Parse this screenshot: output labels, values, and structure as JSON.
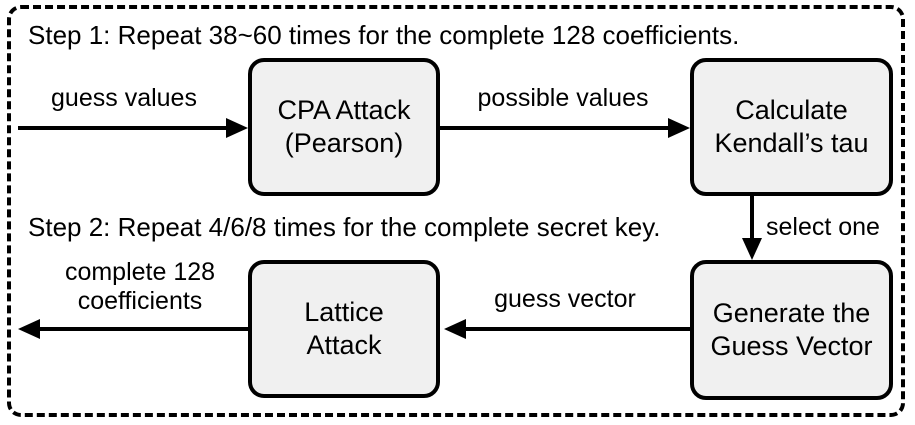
{
  "diagram": {
    "title_absent": true,
    "steps": [
      {
        "id": "step1",
        "text": "Step 1: Repeat 38~60 times for the complete 128 coefficients."
      },
      {
        "id": "step2",
        "text": "Step 2: Repeat 4/6/8 times for the complete secret key."
      }
    ],
    "boxes": [
      {
        "id": "cpa-attack",
        "line1": "CPA Attack",
        "line2": "(Pearson)"
      },
      {
        "id": "calculate-kendall",
        "line1": "Calculate",
        "line2": "Kendall’s tau"
      },
      {
        "id": "lattice-attack",
        "line1": "Lattice",
        "line2": "Attack"
      },
      {
        "id": "generate-guess-vector",
        "line1": "Generate the",
        "line2": "Guess Vector"
      }
    ],
    "edges": [
      {
        "id": "input-guess-values",
        "label": "guess values",
        "label2": ""
      },
      {
        "id": "cpa-to-kendall",
        "label": "possible values",
        "label2": ""
      },
      {
        "id": "kendall-to-generate",
        "label": "select one",
        "label2": ""
      },
      {
        "id": "generate-to-lattice",
        "label": "guess vector",
        "label2": ""
      },
      {
        "id": "lattice-output",
        "label": "complete 128",
        "label2": "coefficients"
      }
    ],
    "colors": {
      "box_fill": "#f0f0f0",
      "stroke": "#000000",
      "background": "#ffffff"
    }
  }
}
